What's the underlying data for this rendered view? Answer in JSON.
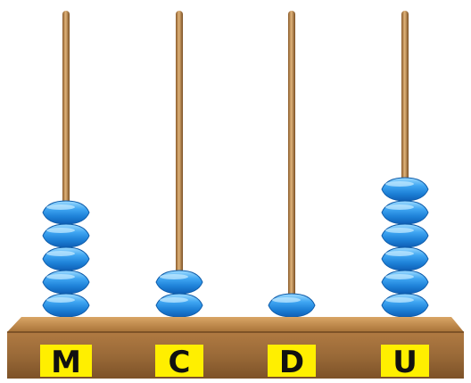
{
  "abacus": {
    "columns": [
      {
        "label": "M",
        "beads": 5
      },
      {
        "label": "C",
        "beads": 2
      },
      {
        "label": "D",
        "beads": 1
      },
      {
        "label": "U",
        "beads": 6
      }
    ],
    "colors": {
      "bead": "#2a8ee6",
      "bead_light": "#7cc8ff",
      "bead_dark": "#0f5fb5",
      "rod": "#b78446",
      "base": "#9a6a38",
      "base_top": "#c89456",
      "label_bg": "#ffef00"
    }
  }
}
